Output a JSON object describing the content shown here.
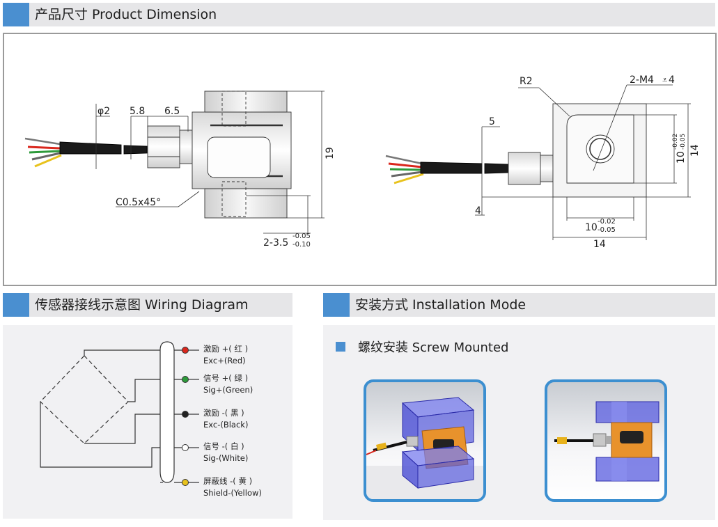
{
  "sections": {
    "dimension": {
      "title": "产品尺寸 Product Dimension"
    },
    "wiring": {
      "title": "传感器接线示意图 Wiring Diagram"
    },
    "installation": {
      "title": "安装方式 Installation Mode",
      "subtitle": "螺纹安装 Screw Mounted"
    }
  },
  "dimension_labels": {
    "phi2": "φ2",
    "d58": "5.8",
    "d65": "6.5",
    "d19": "19",
    "chamfer": "C0.5x45°",
    "hole": "2-3.5",
    "hole_up": "-0.05",
    "hole_low": "-0.10",
    "r2": "R2",
    "m4": "2-M4",
    "m4_depth": "4",
    "d5": "5",
    "d4": "4",
    "d10v": "10",
    "d10v_up": "-0.02",
    "d10v_low": "-0.05",
    "d14v": "14",
    "d10h": "10",
    "d10h_up": "-0.02",
    "d10h_low": "-0.05",
    "d14h": "14"
  },
  "wires": [
    {
      "cn": "激励 +( 红 )",
      "en": "Exc+(Red)",
      "color": "#d9261c"
    },
    {
      "cn": "信号 +( 绿 )",
      "en": "Sig+(Green)",
      "color": "#2d9a3a"
    },
    {
      "cn": "激励 -( 黑 )",
      "en": "Exc-(Black)",
      "color": "#222222"
    },
    {
      "cn": "信号 -( 白 )",
      "en": "Sig-(White)",
      "color": "#ffffff"
    },
    {
      "cn": "屏蔽线 -( 黄 )",
      "en": "Shield-(Yellow)",
      "color": "#e8c21c"
    }
  ],
  "colors": {
    "accent": "#4a8fd0",
    "header_bg": "#e6e6e8",
    "panel_bg": "#f1f1f3",
    "block_blue": "#4b4fd6",
    "sensor_orange": "#e8922c"
  }
}
